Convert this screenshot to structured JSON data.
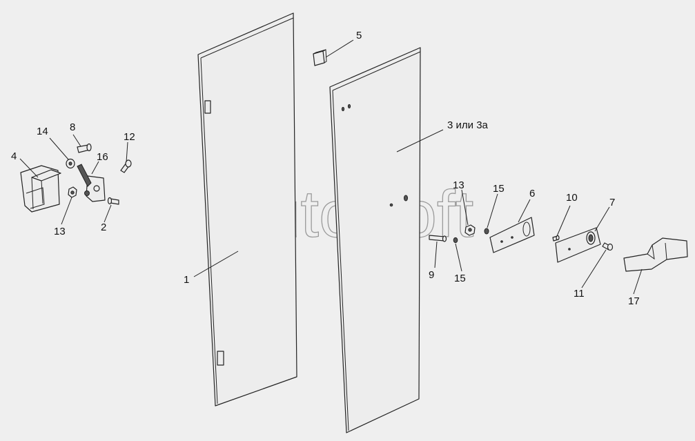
{
  "watermark": "AutoSoft",
  "callouts": {
    "c1": "1",
    "c2": "2",
    "c3": "3 или 3а",
    "c4": "4",
    "c5": "5",
    "c6": "6",
    "c7": "7",
    "c8": "8",
    "c9": "9",
    "c10": "10",
    "c11": "11",
    "c12": "12",
    "c13a": "13",
    "c13b": "13",
    "c14": "14",
    "c15a": "15",
    "c15b": "15",
    "c16": "16",
    "c17": "17"
  }
}
